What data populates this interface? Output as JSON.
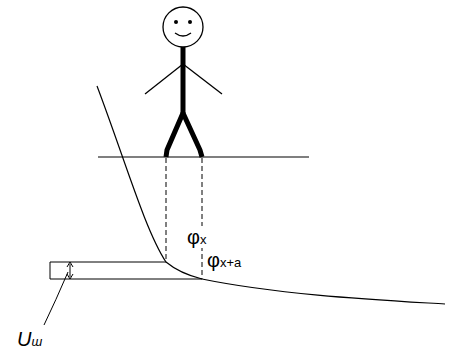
{
  "diagram": {
    "labels": [
      "φx",
      "φx+a",
      "Uш"
    ]
  }
}
